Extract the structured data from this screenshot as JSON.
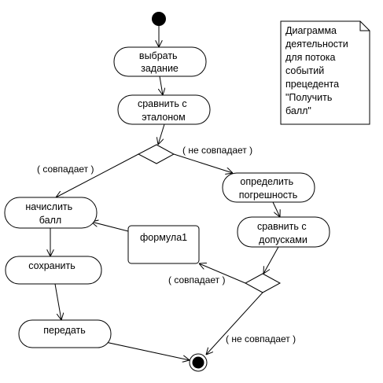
{
  "note": {
    "lines": [
      "Диаграмма",
      "деятельности",
      "для потока",
      "событий",
      "прецедента",
      "\"Получить",
      "балл\""
    ]
  },
  "activities": {
    "choose_task": [
      "выбрать",
      "задание"
    ],
    "compare_reference": [
      "сравнить с",
      "эталоном"
    ],
    "determine_error": [
      "определить",
      "погрешность"
    ],
    "compare_tolerances": [
      "сравнить с",
      "допусками"
    ],
    "award_score": [
      "начислить",
      "балл"
    ],
    "save": [
      "сохранить"
    ],
    "transmit": [
      "передать"
    ]
  },
  "object": {
    "formula": "формула1"
  },
  "guards": {
    "match_left": "( совпадает )",
    "mismatch_top": "( не совпадает )",
    "match_lower": "( совпадает )",
    "mismatch_bottom": "( не совпадает )"
  }
}
